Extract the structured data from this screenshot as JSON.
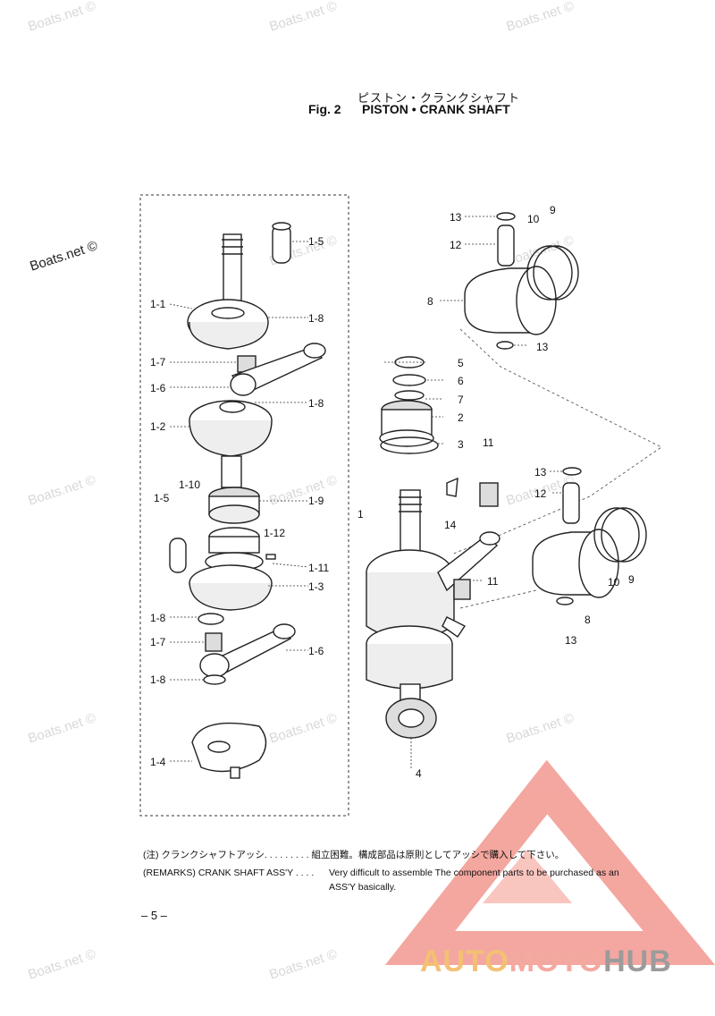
{
  "watermark": "Boats.net ©",
  "title": {
    "japanese": "ピストン・クランクシャフト",
    "fig": "Fig. 2",
    "english": "PISTON • CRANK SHAFT"
  },
  "labels": {
    "l1_1": "1-1",
    "l1_2": "1-2",
    "l1_3": "1-3",
    "l1_4": "1-4",
    "l1_5a": "1-5",
    "l1_5b": "1-5",
    "l1_6a": "1-6",
    "l1_6b": "1-6",
    "l1_7a": "1-7",
    "l1_7b": "1-7",
    "l1_8a": "1-8",
    "l1_8b": "1-8",
    "l1_8c": "1-8",
    "l1_8d": "1-8",
    "l1_9": "1-9",
    "l1_10": "1-10",
    "l1_11": "1-11",
    "l1_12": "1-12",
    "n1": "1",
    "n2": "2",
    "n3": "3",
    "n4": "4",
    "n5": "5",
    "n6": "6",
    "n7": "7",
    "n8a": "8",
    "n8b": "8",
    "n9a": "9",
    "n9b": "9",
    "n10a": "10",
    "n10b": "10",
    "n11a": "11",
    "n11b": "11",
    "n12a": "12",
    "n12b": "12",
    "n13a": "13",
    "n13b": "13",
    "n13c": "13",
    "n13d": "13",
    "n14": "14"
  },
  "notes": {
    "jp_head": "(注) クランクシャフトアッシ. . . . . . . . . 組立困難。構成部品は原則としてアッシで購入して下さい。",
    "en_head": "(REMARKS) CRANK SHAFT ASS'Y . . . .",
    "en_body1": "Very difficult to assemble  The component parts to be purchased as an",
    "en_body2": "ASS'Y basically."
  },
  "page_number": "– 5 –",
  "logo": {
    "part1": "AUTO",
    "part2": "MOTO",
    "part3": "HUB"
  },
  "colors": {
    "logo_orange": "#f4c073",
    "logo_red": "#f4a9a0",
    "logo_gray": "#9b9b9b",
    "watermark": "#d8d8d8"
  }
}
